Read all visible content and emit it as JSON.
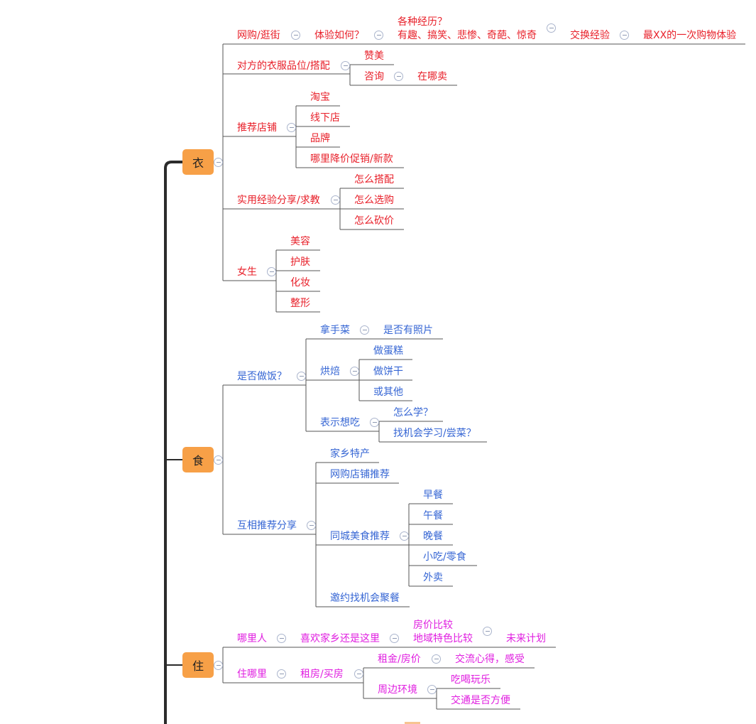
{
  "colors": {
    "clothing": "#e8202a",
    "food": "#3666d4",
    "housing": "#e01ee0",
    "topic_fill": "#f7a047",
    "trunk": "#2b2b2b"
  },
  "icons": {
    "collapse": "collapse-icon"
  },
  "topics": {
    "clothing": "衣",
    "food": "食",
    "housing": "住"
  },
  "clothing": {
    "online_shopping": "网购/逛街",
    "experience": "体验如何？",
    "various_exp_1": "各种经历？",
    "various_exp_2": "有趣、搞笑、悲惨、奇葩、惊奇",
    "exchange": "交换经验",
    "best_shopping": "最XX的一次购物体验",
    "outfit": "对方的衣服品位/搭配",
    "praise": "赞美",
    "ask": "咨询",
    "where_buy": "在哪卖",
    "recommend_shops": "推荐店铺",
    "taobao": "淘宝",
    "offline": "线下店",
    "brand": "品牌",
    "discounts": "哪里降价促销/新款",
    "practical": "实用经验分享/求教",
    "how_match": "怎么搭配",
    "how_choose": "怎么选购",
    "how_bargain": "怎么砍价",
    "girls": "女生",
    "beauty": "美容",
    "skincare": "护肤",
    "makeup": "化妆",
    "cosmetic_surgery": "整形"
  },
  "food": {
    "cook": "是否做饭？",
    "signature": "拿手菜",
    "photos": "是否有照片",
    "baking": "烘焙",
    "cake": "做蛋糕",
    "cookies": "做饼干",
    "other": "或其他",
    "want_eat": "表示想吃",
    "how_learn": "怎么学？",
    "chance_learn": "找机会学习/尝菜？",
    "share": "互相推荐分享",
    "hometown": "家乡特产",
    "online_store": "网购店铺推荐",
    "local_food": "同城美食推荐",
    "breakfast": "早餐",
    "lunch": "午餐",
    "dinner": "晚餐",
    "snacks": "小吃/零食",
    "takeout": "外卖",
    "invite": "邀约找机会聚餐"
  },
  "housing": {
    "where_from": "哪里人",
    "prefer": "喜欢家乡还是这里",
    "price_cmp": "房价比较",
    "region_cmp": "地域特色比较",
    "future": "未来计划",
    "where_live": "住哪里",
    "rent_buy": "租房/买房",
    "rent_price": "租金/房价",
    "feelings": "交流心得，感受",
    "surroundings": "周边环境",
    "fun": "吃喝玩乐",
    "transport": "交通是否方便"
  }
}
